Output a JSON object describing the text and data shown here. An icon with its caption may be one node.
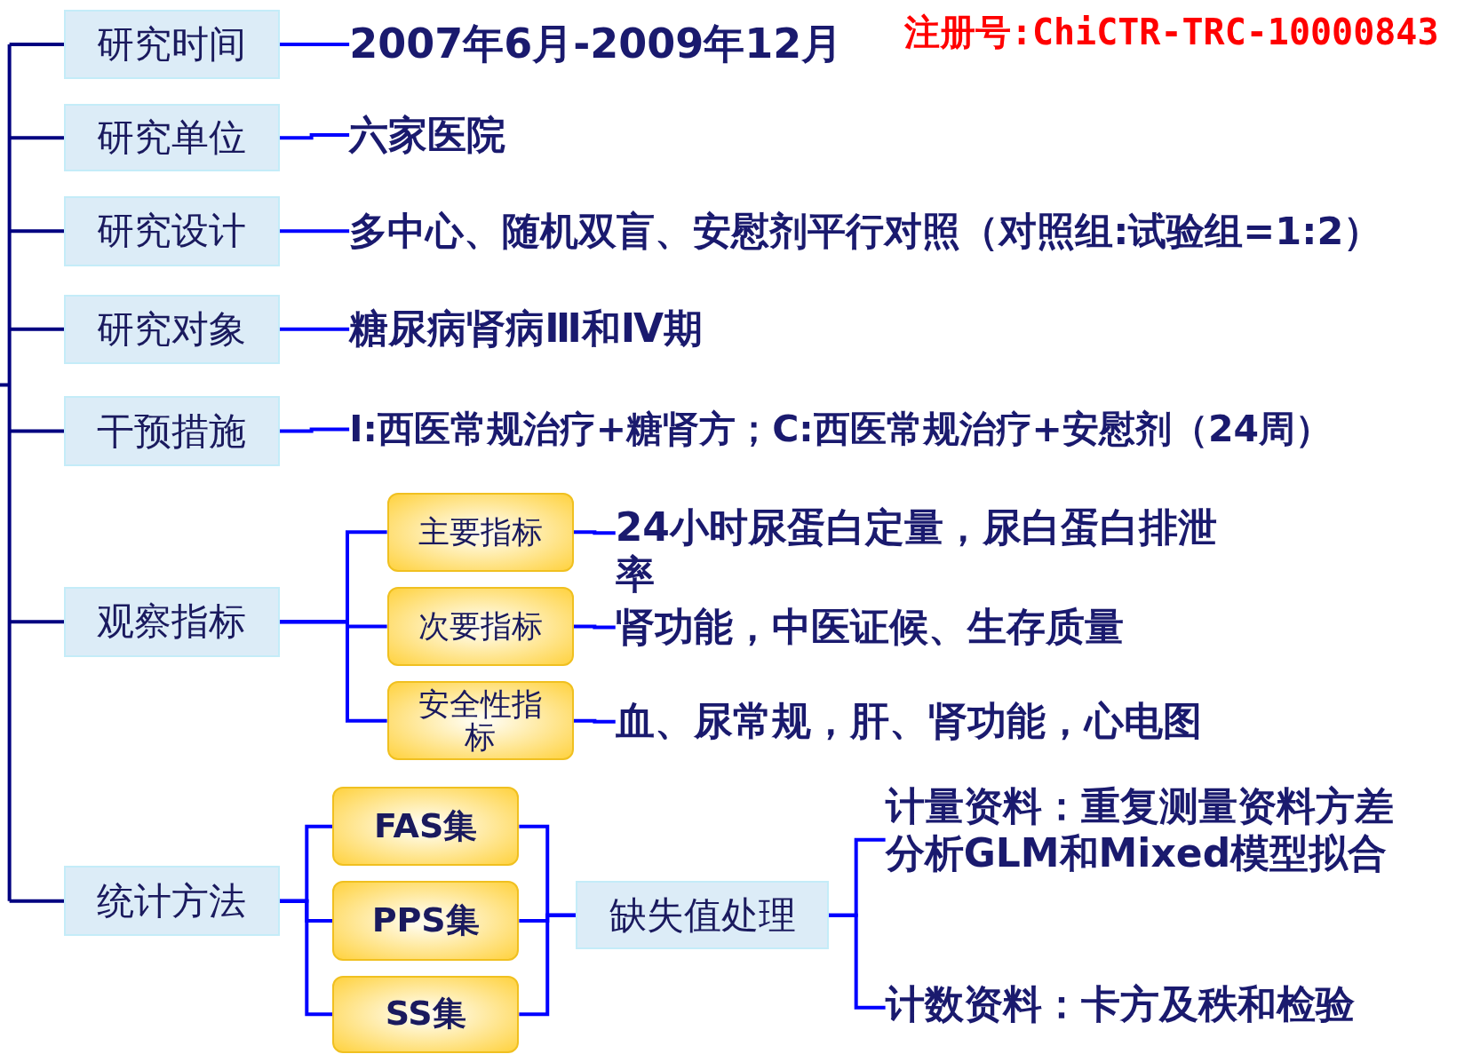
{
  "diagram": {
    "nodes": [
      {
        "text": [
          "研究时间"
        ]
      },
      {
        "text": [
          "研究单位"
        ]
      },
      {
        "text": [
          "研究设计"
        ]
      },
      {
        "text": [
          "研究对象"
        ]
      },
      {
        "text": [
          "干预措施"
        ]
      },
      {
        "text": [
          "观察指标"
        ]
      },
      {
        "text": [
          "统计方法"
        ]
      },
      {
        "text": [
          "2007年6月-2009年12月"
        ]
      },
      {
        "text": [
          "六家医院"
        ]
      },
      {
        "text": [
          "多中心、随机双盲、安慰剂平行对照（对照组:试验组=1:2）"
        ]
      },
      {
        "text": [
          "糖尿病肾病Ⅲ和Ⅳ期"
        ]
      },
      {
        "text": [
          "I:西医常规治疗+糖肾方；C:西医常规治疗+安慰剂（24周）"
        ]
      },
      {
        "text": [
          "主要指标"
        ]
      },
      {
        "text": [
          "24小时尿蛋白定量，尿白蛋白排泄率"
        ]
      },
      {
        "text": [
          "次要指标"
        ]
      },
      {
        "text": [
          "肾功能，中医证候、生存质量"
        ]
      },
      {
        "text": [
          "安全性指标"
        ]
      },
      {
        "text": [
          "血、尿常规，肝、肾功能，心电图"
        ]
      },
      {
        "text": [
          "FAS集"
        ]
      },
      {
        "text": [
          "PPS集"
        ]
      },
      {
        "text": [
          "SS集"
        ]
      },
      {
        "text": [
          "缺失值处理"
        ]
      },
      {
        "text": [
          "计量资料：重复测量资料方差分析GLM和Mixed模型拟合"
        ]
      },
      {
        "text": [
          "计数资料：卡方及秩和检验"
        ]
      }
    ],
    "edges": [
      {
        "from": null,
        "to": 0,
        "arrow": "none",
        "color": "#000080"
      },
      {
        "from": null,
        "to": 1,
        "arrow": "none",
        "color": "#000080"
      },
      {
        "from": null,
        "to": 2,
        "arrow": "none",
        "color": "#000080"
      },
      {
        "from": null,
        "to": 3,
        "arrow": "none",
        "color": "#000080"
      },
      {
        "from": null,
        "to": 4,
        "arrow": "none",
        "color": "#000080"
      },
      {
        "from": null,
        "to": 5,
        "arrow": "none",
        "color": "#000080"
      },
      {
        "from": null,
        "to": 6,
        "arrow": "none",
        "color": "#000080"
      },
      {
        "from": 0,
        "to": 7,
        "arrow": "none"
      },
      {
        "from": 1,
        "to": 8,
        "arrow": "none"
      },
      {
        "from": 2,
        "to": 9,
        "arrow": "none"
      },
      {
        "from": 3,
        "to": 10,
        "arrow": "none"
      },
      {
        "from": 4,
        "to": 11,
        "arrow": "none"
      },
      {
        "from": 5,
        "to": 12,
        "arrow": "none"
      },
      {
        "from": 5,
        "to": 14,
        "arrow": "none"
      },
      {
        "from": 5,
        "to": 16,
        "arrow": "none"
      },
      {
        "from": 12,
        "to": 13,
        "arrow": "none"
      },
      {
        "from": 14,
        "to": 15,
        "arrow": "none"
      },
      {
        "from": 16,
        "to": 17,
        "arrow": "none"
      },
      {
        "from": 6,
        "to": 18,
        "arrow": "none"
      },
      {
        "from": 6,
        "to": 19,
        "arrow": "none"
      },
      {
        "from": 6,
        "to": 20,
        "arrow": "none"
      },
      {
        "from": 18,
        "to": 21,
        "arrow": "none"
      },
      {
        "from": 19,
        "to": 21,
        "arrow": "none"
      },
      {
        "from": 20,
        "to": 21,
        "arrow": "none"
      },
      {
        "from": 21,
        "to": 22,
        "arrow": "none"
      },
      {
        "from": 21,
        "to": 23,
        "arrow": "none"
      }
    ],
    "labels": [
      "注册号:ChiCTR-TRC-10000843"
    ]
  }
}
